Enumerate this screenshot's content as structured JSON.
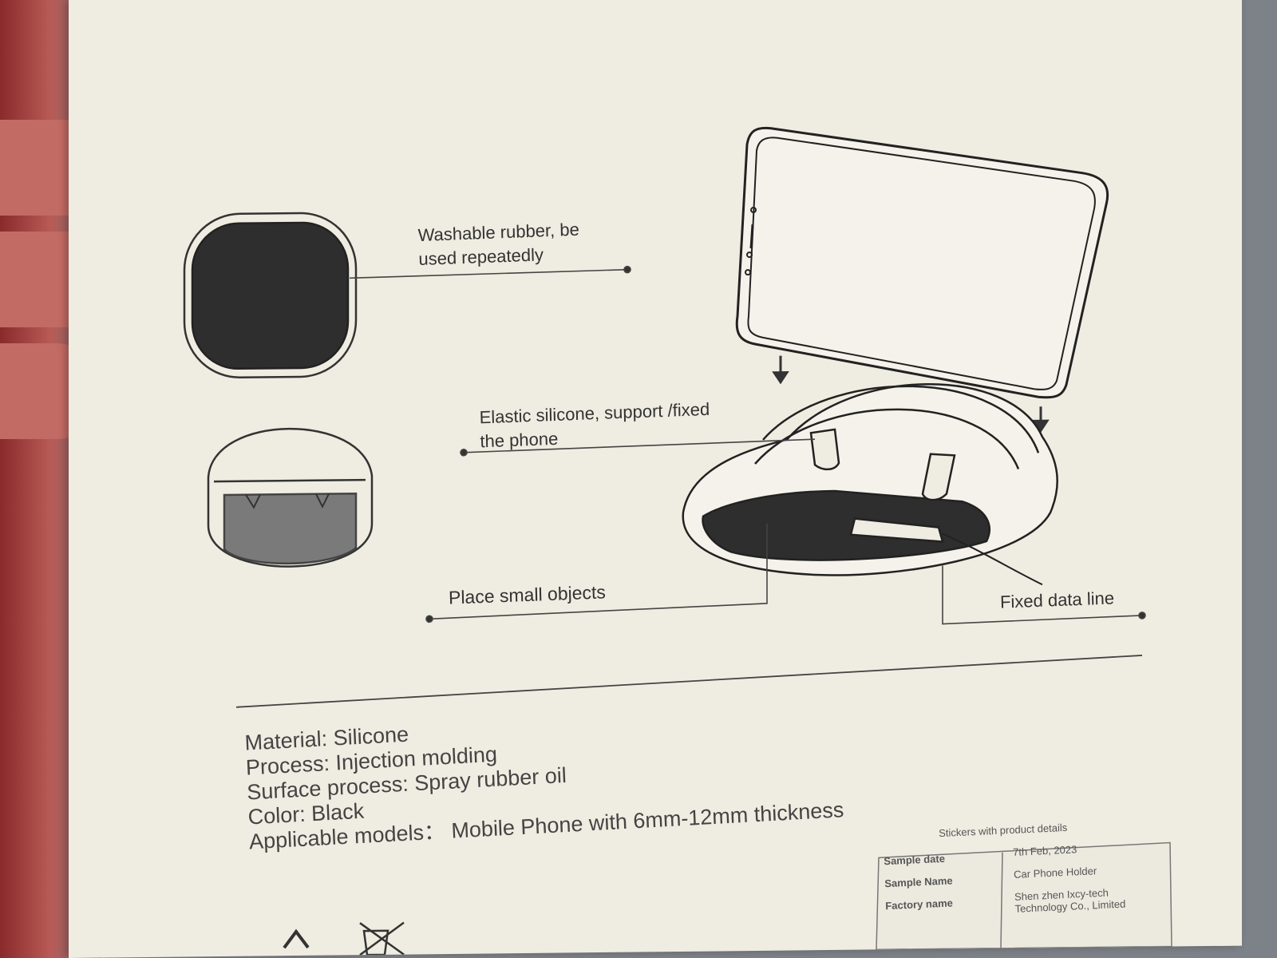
{
  "callouts": {
    "washable": "Washable rubber, be\nused repeatedly",
    "elastic": "Elastic silicone, support /fixed\nthe phone",
    "small_objects": "Place small objects",
    "data_line": "Fixed data line"
  },
  "specs": [
    "Material: Silicone",
    "Process: Injection molding",
    "Surface process: Spray rubber oil",
    "Color: Black",
    "Applicable models：  Mobile Phone with 6mm-12mm thickness"
  ],
  "sticker": {
    "title": "Stickers with product details",
    "rows": [
      {
        "label": "Sample date",
        "value": "7th Feb, 2023"
      },
      {
        "label": "Sample Name",
        "value": "Car Phone Holder"
      },
      {
        "label": "Factory name",
        "value": "Shen zhen Ixcy-tech Technology Co., Limited"
      }
    ]
  },
  "icons": [
    "recycle-icon",
    "crossed-bin-icon"
  ]
}
